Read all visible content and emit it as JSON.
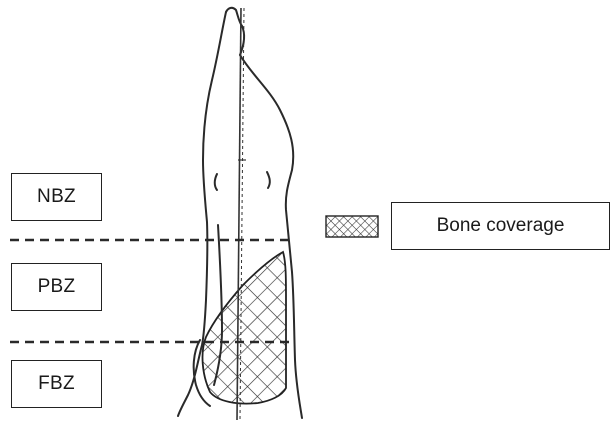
{
  "zones": [
    {
      "label": "NBZ"
    },
    {
      "label": "PBZ"
    },
    {
      "label": "FBZ"
    }
  ],
  "legend": {
    "label": "Bone coverage",
    "swatch_icon": "crosshatch-swatch-icon"
  },
  "colors": {
    "line": "#2a2a2a",
    "background": "#ffffff"
  }
}
